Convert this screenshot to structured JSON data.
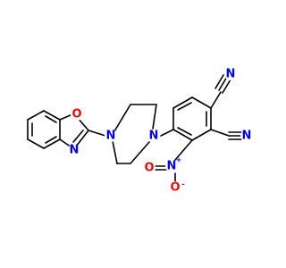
{
  "molecule": {
    "colors": {
      "bond": "#000000",
      "nitrogen": "#0000ff",
      "oxygen": "#ff0000",
      "background": "#ffffff"
    },
    "atoms": {
      "o_oxazole": "O",
      "n_oxazole": "N",
      "n_pip_left": "N",
      "n_pip_right": "N",
      "n_nitro": "N",
      "nitro_plus": "+",
      "o_nitro_top": "O",
      "o_nitro_bottom": "O",
      "nitro_minus": "-",
      "n_nitrile_top": "N",
      "n_nitrile_right": "N"
    }
  }
}
